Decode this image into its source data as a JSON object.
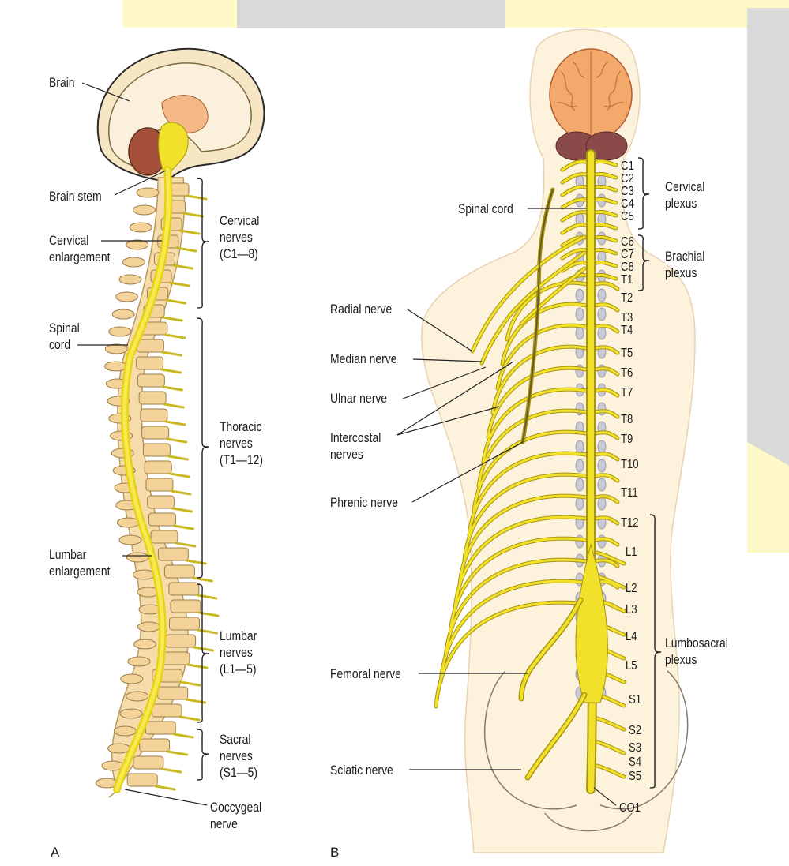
{
  "colors": {
    "nerve": "#f2e12a",
    "nerve_outline": "#a89510",
    "bone": "#f6dcaa",
    "bone_outline": "#b89a60",
    "skin": "#fbecd2",
    "brain": "#f2a36a",
    "cerebellum": "#7a3b2e",
    "overlay_gray": "#d6d6d6",
    "overlay_yellow": "#fff9c8"
  },
  "panel_a": {
    "letter": "A",
    "labels": {
      "brain": "Brain",
      "brain_stem": "Brain stem",
      "cervical_enlargement": "Cervical\nenlargement",
      "spinal_cord": "Spinal\ncord",
      "lumbar_enlargement": "Lumbar\nenlargement",
      "cervical_nerves": "Cervical\nnerves\n(C1—8)",
      "thoracic_nerves": "Thoracic\nnerves\n(T1—12)",
      "lumbar_nerves": "Lumbar\nnerves\n(L1—5)",
      "sacral_nerves": "Sacral\nnerves\n(S1—5)",
      "coccygeal_nerve": "Coccygeal\nnerve"
    }
  },
  "panel_b": {
    "letter": "B",
    "labels": {
      "spinal_cord": "Spinal cord",
      "radial_nerve": "Radial nerve",
      "median_nerve": "Median nerve",
      "ulnar_nerve": "Ulnar nerve",
      "intercostal_nerves": "Intercostal\nnerves",
      "phrenic_nerve": "Phrenic nerve",
      "femoral_nerve": "Femoral nerve",
      "sciatic_nerve": "Sciatic nerve",
      "cervical_plexus": "Cervical\nplexus",
      "brachial_plexus": "Brachial\nplexus",
      "lumbosacral_plexus": "Lumbosacral\nplexus"
    },
    "segments": [
      "C1",
      "C2",
      "C3",
      "C4",
      "C5",
      "C6",
      "C7",
      "C8",
      "T1",
      "T2",
      "T3",
      "T4",
      "T5",
      "T6",
      "T7",
      "T8",
      "T9",
      "T10",
      "T11",
      "T12",
      "L1",
      "L2",
      "L3",
      "L4",
      "L5",
      "S1",
      "S2",
      "S3",
      "S4",
      "S5",
      "CO1"
    ]
  }
}
